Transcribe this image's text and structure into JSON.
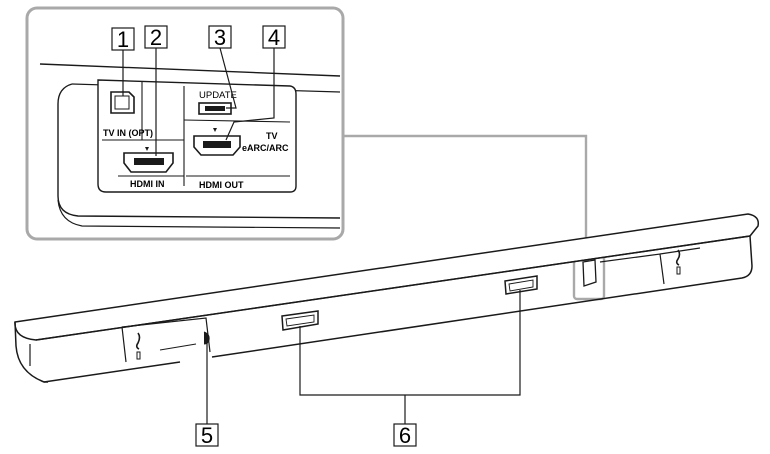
{
  "callouts": [
    {
      "number": "1"
    },
    {
      "number": "2"
    },
    {
      "number": "3"
    },
    {
      "number": "4"
    },
    {
      "number": "5"
    },
    {
      "number": "6"
    }
  ],
  "port_labels": {
    "optical": "TV IN (OPT)",
    "hdmi_in": "HDMI IN",
    "update": "UPDATE",
    "hdmi_out": "HDMI OUT",
    "tv_line1": "TV",
    "tv_line2": "eARC/ARC"
  },
  "colors": {
    "line": "#1a1a1a",
    "frame": "#a9a9a9",
    "fill": "#ffffff"
  }
}
